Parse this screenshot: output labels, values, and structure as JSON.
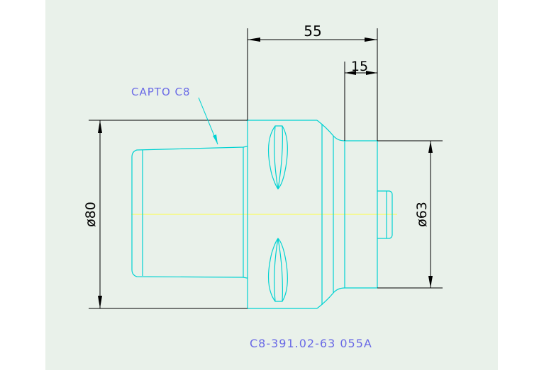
{
  "drawing": {
    "dim_overall_length": "55",
    "dim_shoulder_length": "15",
    "dim_body_diameter": "ø80",
    "dim_flange_diameter": "ø63",
    "callout_label": "CAPTO C8",
    "part_number": "C8-391.02-63 055A"
  },
  "colors": {
    "background": "#e9f1ea",
    "outline": "#00d2d2",
    "dimension": "#000000",
    "centerline": "#ffff44",
    "text": "#6a6ae6",
    "dim_text": "#000000"
  }
}
